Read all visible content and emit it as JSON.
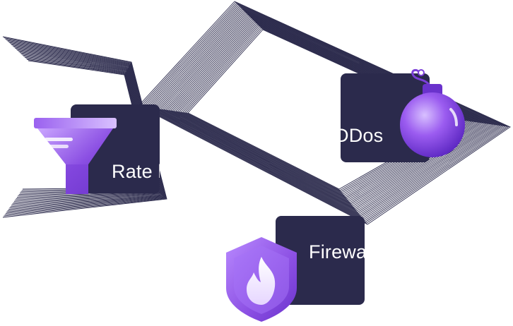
{
  "colors": {
    "card": "#2b2a4c",
    "line": "#2b2a4c",
    "accent": "#8b4fe3",
    "accent_light": "#c9a8ff",
    "text": "#ffffff",
    "background": "#ffffff"
  },
  "cards": {
    "rate_limit": {
      "label": "Rate limit",
      "icon": "funnel-icon"
    },
    "ddos": {
      "label": "DDos",
      "icon": "bomb-icon"
    },
    "firewall": {
      "label": "Firewall",
      "icon": "shield-flame-icon"
    }
  }
}
